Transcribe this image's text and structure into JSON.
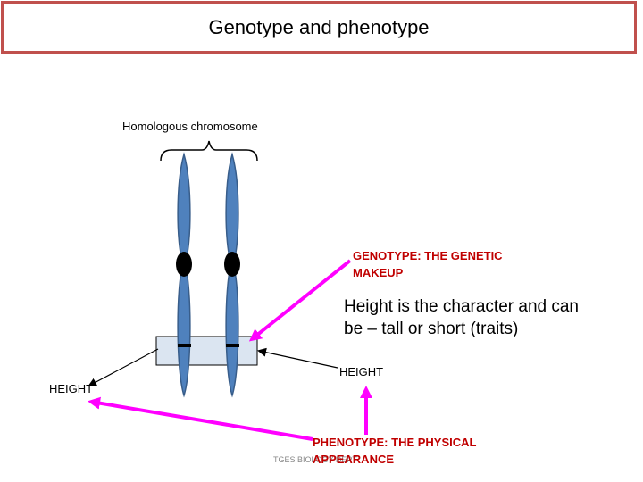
{
  "slide": {
    "title": "Genotype and phenotype"
  },
  "diagram": {
    "homologous_label": "Homologous chromosome",
    "genotype_line1": "GENOTYPE:  THE GENETIC",
    "genotype_line2": "MAKEUP",
    "character_line1": "Height  is the character and can",
    "character_line2": "be – tall or short (traits)",
    "height_right": "HEIGHT",
    "height_left": "HEIGHT",
    "phenotype_line1": "PHENOTYPE: THE PHYSICAL",
    "phenotype_line2": "APPEARANCE",
    "footer": "TGES BIOLOGY DEPT"
  },
  "colors": {
    "chromosome_fill": "#4f81bd",
    "chromosome_stroke": "#385d8a",
    "centromere": "#000000",
    "arrow_magenta": "#ff00ff",
    "label_red": "#c00000",
    "title_border": "#c0504d",
    "locus_box_fill": "#dbe5f1"
  },
  "icons": [
    "curly-brace",
    "chromosome",
    "centromere",
    "arrow"
  ]
}
